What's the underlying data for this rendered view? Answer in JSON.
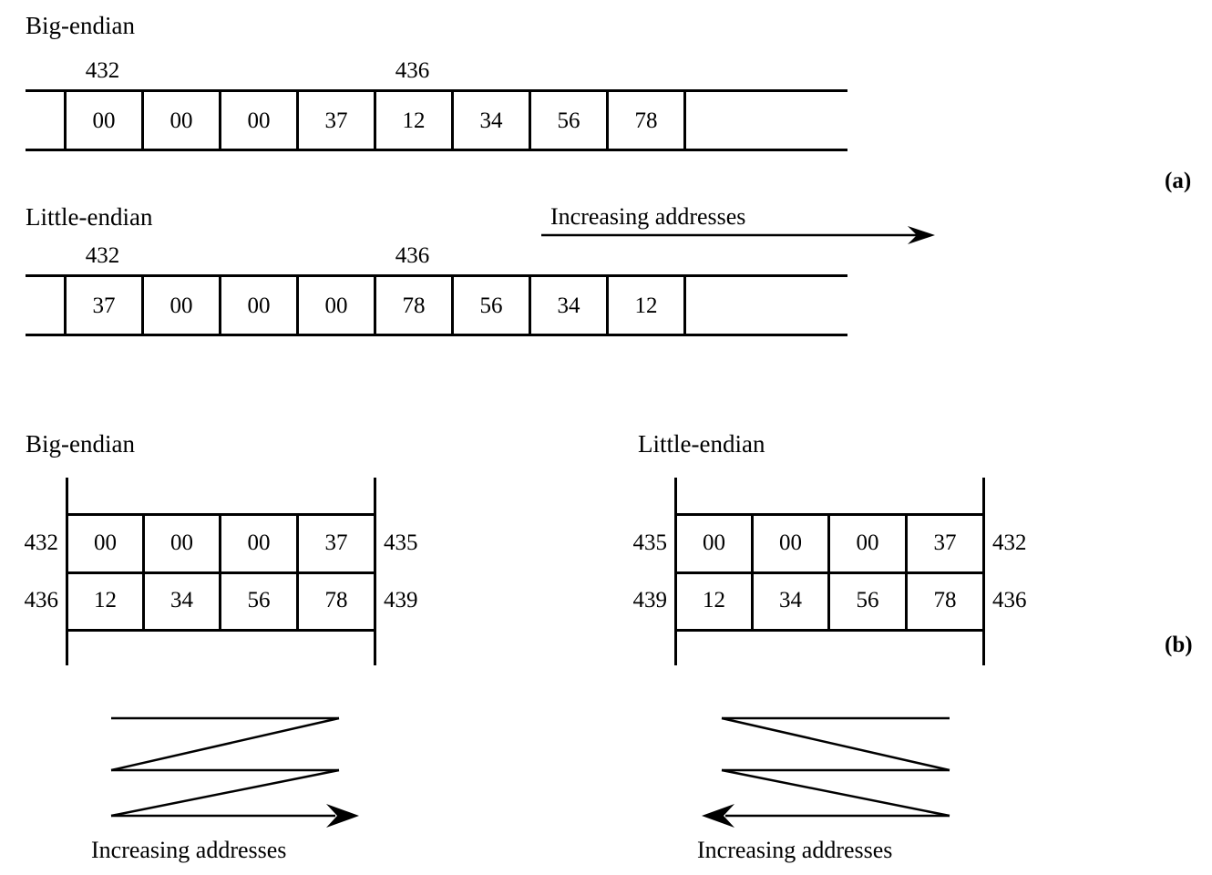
{
  "panels": [
    {
      "id": "a",
      "label": "(a)"
    },
    {
      "id": "b",
      "label": "(b)"
    }
  ],
  "part_a": {
    "big_endian": {
      "heading": "Big-endian",
      "address_marks": [
        {
          "label": "432",
          "slot_index": 0
        },
        {
          "label": "436",
          "slot_index": 4
        }
      ],
      "bytes": [
        "00",
        "00",
        "00",
        "37",
        "12",
        "34",
        "56",
        "78"
      ]
    },
    "little_endian": {
      "heading": "Little-endian",
      "address_marks": [
        {
          "label": "432",
          "slot_index": 0
        },
        {
          "label": "436",
          "slot_index": 4
        }
      ],
      "bytes": [
        "37",
        "00",
        "00",
        "00",
        "78",
        "56",
        "34",
        "12"
      ]
    },
    "direction_arrow": {
      "label": "Increasing addresses",
      "direction": "right"
    }
  },
  "part_b": {
    "big_endian": {
      "heading": "Big-endian",
      "rows": [
        {
          "left_address": "432",
          "right_address": "435",
          "bytes": [
            "00",
            "00",
            "00",
            "37"
          ]
        },
        {
          "left_address": "436",
          "right_address": "439",
          "bytes": [
            "12",
            "34",
            "56",
            "78"
          ]
        }
      ],
      "direction_arrow": {
        "label": "Increasing addresses",
        "direction": "right"
      }
    },
    "little_endian": {
      "heading": "Little-endian",
      "rows": [
        {
          "left_address": "435",
          "right_address": "432",
          "bytes": [
            "00",
            "00",
            "00",
            "37"
          ]
        },
        {
          "left_address": "439",
          "right_address": "436",
          "bytes": [
            "12",
            "34",
            "56",
            "78"
          ]
        }
      ],
      "direction_arrow": {
        "label": "Increasing addresses",
        "direction": "left"
      }
    }
  },
  "colors": {
    "ink": "#000000",
    "paper": "#ffffff"
  }
}
